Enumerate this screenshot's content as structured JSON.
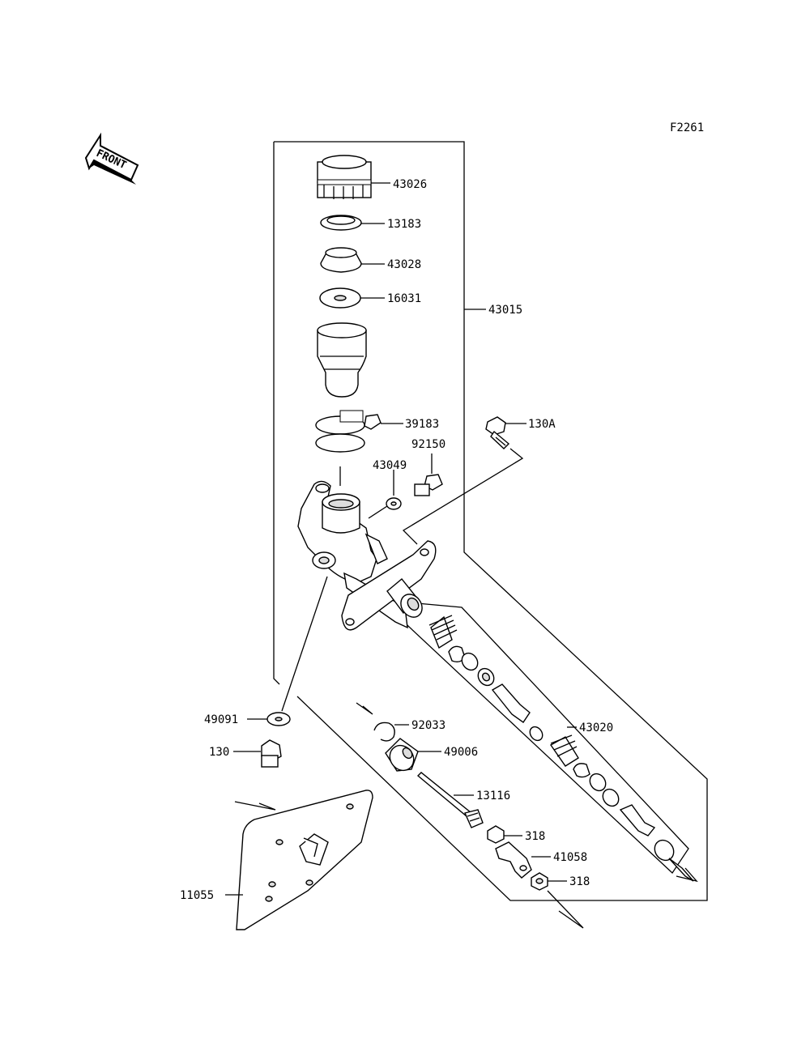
{
  "figure_code": "F2261",
  "front_label": "FRONT",
  "labels": {
    "cap": "43026",
    "plate": "13183",
    "diaphragm": "43028",
    "washer_top": "16031",
    "assy": "43015",
    "clamp": "39183",
    "bolt_top": "130A",
    "fitting": "92150",
    "washer_mid": "43049",
    "kit": "43020",
    "washer_low": "49091",
    "circlip": "92033",
    "boot": "49006",
    "plug": "130",
    "pushrod": "13116",
    "nut_a": "318",
    "clevis": "41058",
    "nut_b": "318",
    "bracket": "11055"
  }
}
